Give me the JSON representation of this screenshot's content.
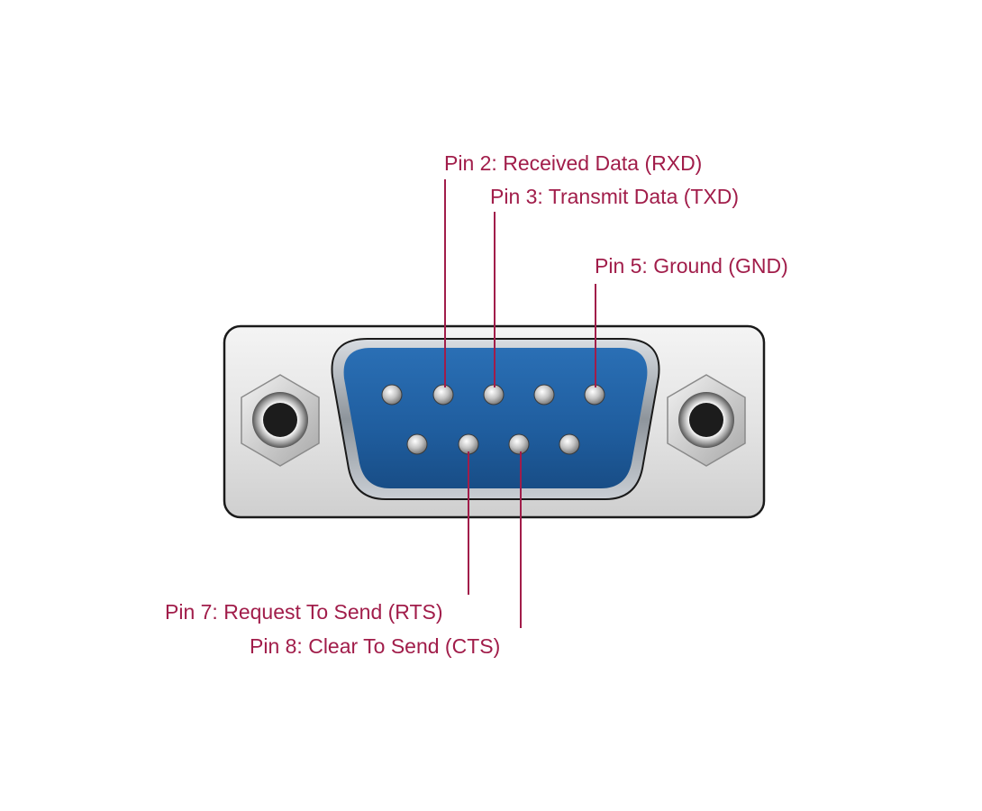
{
  "colors": {
    "label": "#a11d4a",
    "shell_fill": "#e6e6e6",
    "shell_outline": "#1a1a1a",
    "insert_fill": "#1f5d9e",
    "insert_rim": "#9aa0a6",
    "pin": "#c8c8c8"
  },
  "labels": {
    "pin2": "Pin 2: Received Data (RXD)",
    "pin3": "Pin 3: Transmit Data (TXD)",
    "pin5": "Pin 5: Ground (GND)",
    "pin7": "Pin 7: Request To Send (RTS)",
    "pin8": "Pin 8: Clear To Send (CTS)"
  },
  "connector": {
    "type": "DB9 male",
    "top_row_pins": 5,
    "bottom_row_pins": 4
  }
}
